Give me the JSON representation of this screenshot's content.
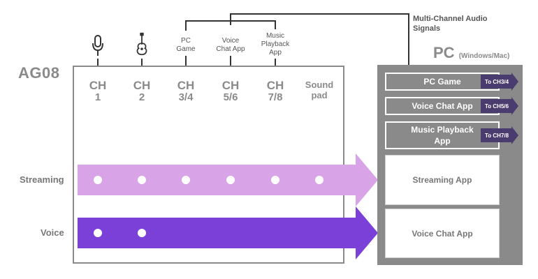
{
  "device": {
    "title": "AG08"
  },
  "sources": {
    "mic_icon": "microphone-icon",
    "guitar_icon": "guitar-icon",
    "pc_game": "PC\nGame",
    "voice_chat_app": "Voice\nChat App",
    "music_playback_app": "Music\nPlayback\nApp"
  },
  "channels": [
    {
      "line1": "CH",
      "line2": "1"
    },
    {
      "line1": "CH",
      "line2": "2"
    },
    {
      "line1": "CH",
      "line2": "3/4"
    },
    {
      "line1": "CH",
      "line2": "5/6"
    },
    {
      "line1": "CH",
      "line2": "7/8"
    },
    {
      "line1": "Sound",
      "line2": "pad"
    }
  ],
  "rows": {
    "streaming": "Streaming",
    "voice": "Voice"
  },
  "pc": {
    "title": "PC",
    "subtitle": "(Windows/Mac)",
    "multi_channel_label": "Multi-Channel Audio\nSignals",
    "apps": {
      "pc_game": "PC Game",
      "voice_chat_app": "Voice Chat App",
      "music_playback_app": "Music Playback\nApp",
      "streaming_app": "Streaming App",
      "voice_chat_app_2": "Voice Chat App"
    },
    "tags": {
      "pc_game": "To CH3/4",
      "voice_chat": "To CH5/6",
      "music": "To CH7/8"
    }
  },
  "colors": {
    "streaming_arrow": "#d9a3e8",
    "voice_arrow": "#7b40d8",
    "box_gray": "#8a8a8a",
    "tag_purple": "#4a3c6e"
  }
}
